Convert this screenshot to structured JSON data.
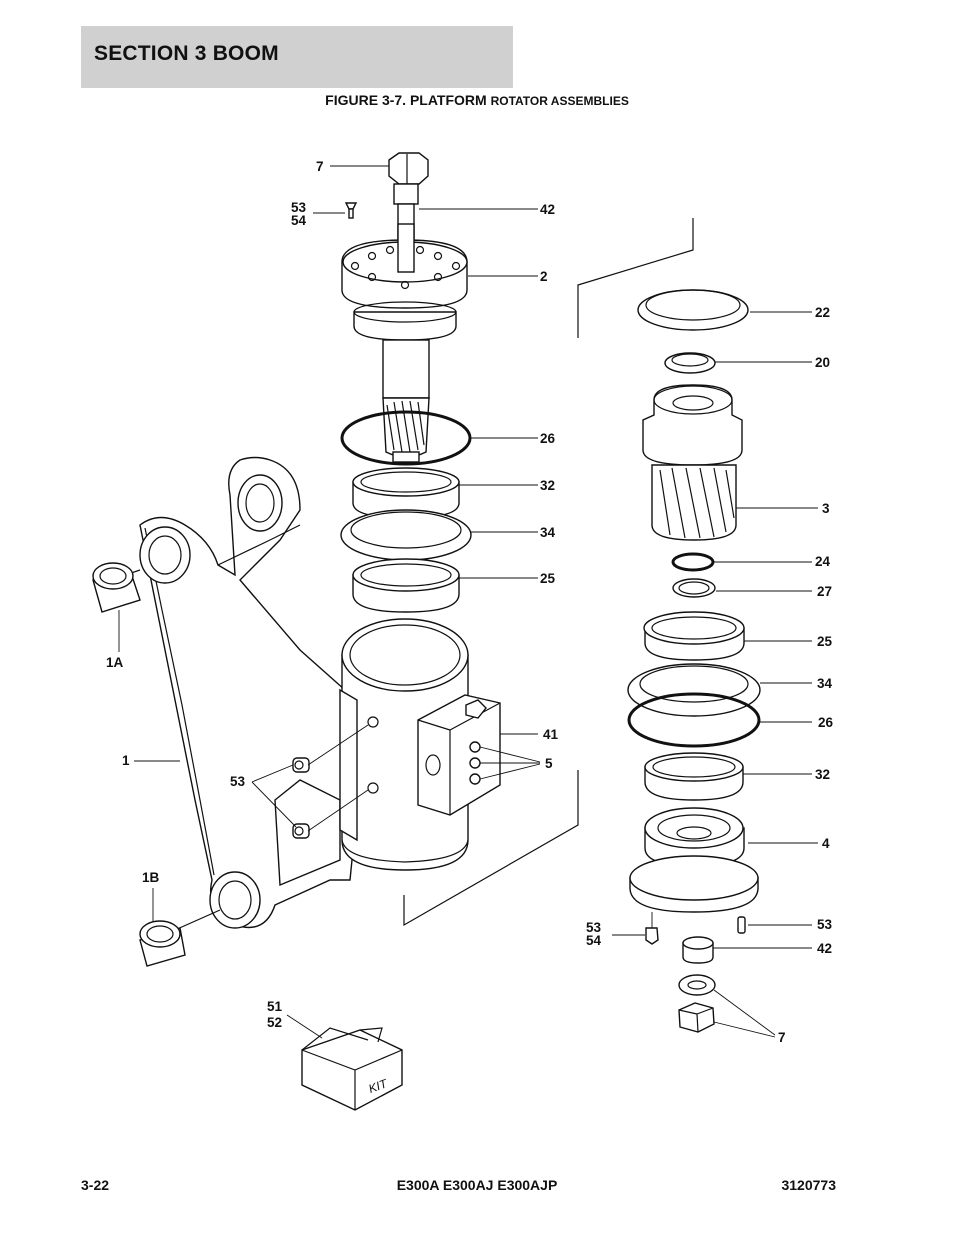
{
  "header": {
    "section_label": "SECTION 3   BOOM",
    "figure_title_main": "FIGURE 3-7. PLATFORM ",
    "figure_title_sub": "ROTATOR ASSEMBLIES"
  },
  "callouts": {
    "c7_top": "7",
    "c53_top": "53",
    "c54_top": "54",
    "c42_top": "42",
    "c2": "2",
    "c26_left": "26",
    "c32_left": "32",
    "c34_left": "34",
    "c25_left": "25",
    "c1A": "1A",
    "c1": "1",
    "c53_mid": "53",
    "c41": "41",
    "c5": "5",
    "c1B": "1B",
    "c51": "51",
    "c52": "52",
    "c22": "22",
    "c20": "20",
    "c3": "3",
    "c24": "24",
    "c27": "27",
    "c25_right": "25",
    "c34_right": "34",
    "c26_right": "26",
    "c32_right": "32",
    "c4": "4",
    "c53_right": "53",
    "c53_bot": "53",
    "c54_bot": "54",
    "c42_bot": "42",
    "c7_bot": "7",
    "kit_text": "KIT"
  },
  "footer": {
    "page_number": "3-22",
    "models": "E300A E300AJ E300AJP",
    "doc_number": "3120773"
  }
}
